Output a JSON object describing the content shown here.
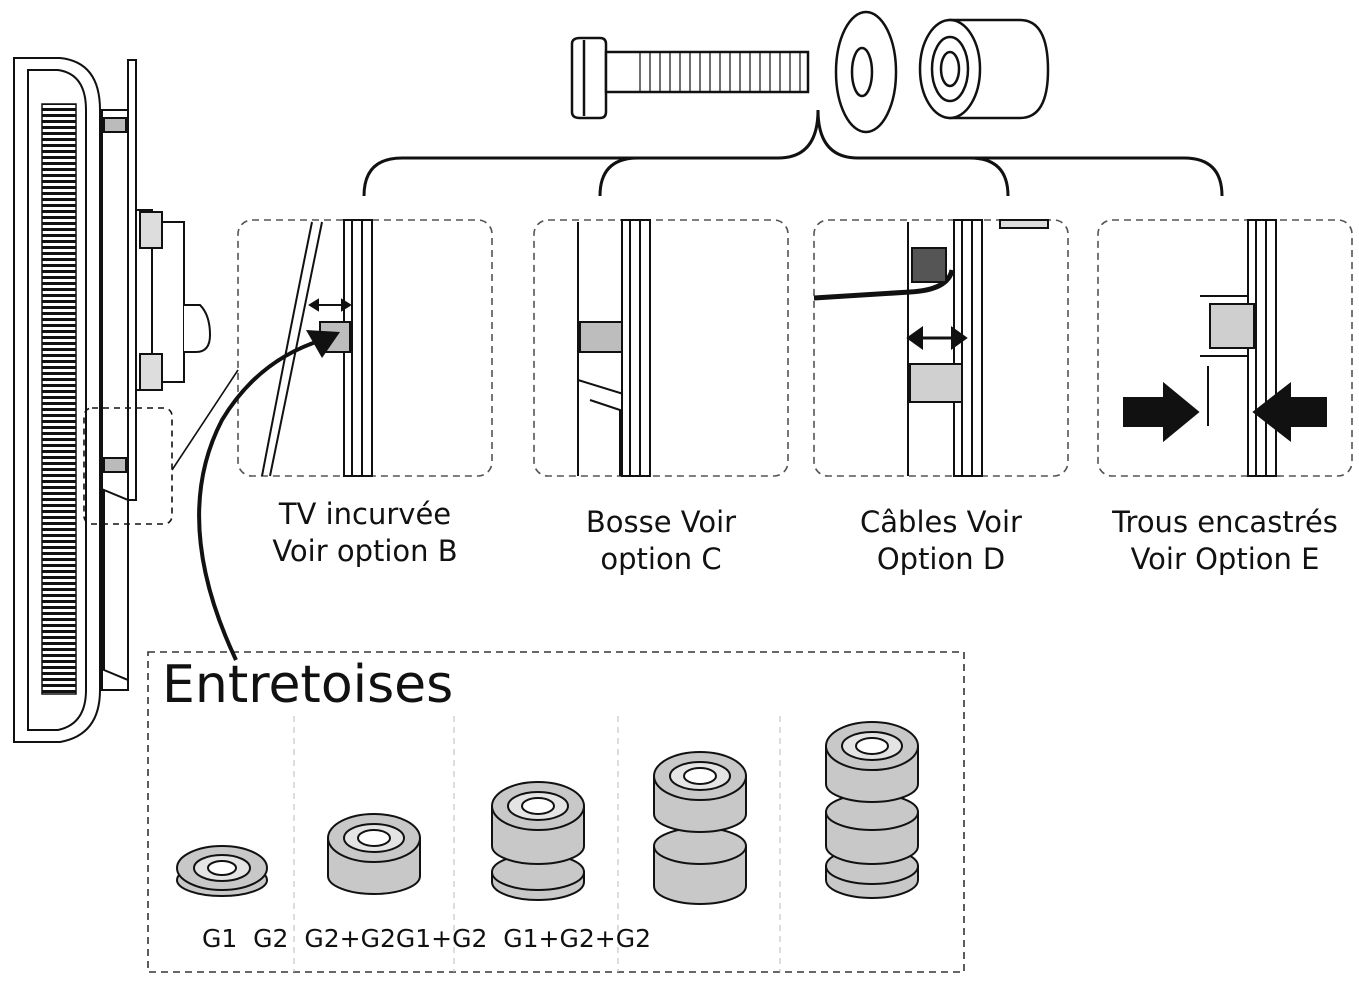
{
  "diagram": {
    "options": [
      {
        "line1": "TV incurvée",
        "line2": "Voir option B"
      },
      {
        "line1": "Bosse Voir",
        "line2": "option C"
      },
      {
        "line1": "Câbles Voir",
        "line2": "Option D"
      },
      {
        "line1": "Trous encastrés",
        "line2": "Voir Option E"
      }
    ],
    "spacers": {
      "title": "Entretoises",
      "labels": "G1  G2  G2+G2G1+G2  G1+G2+G2"
    },
    "colors": {
      "line": "#111111",
      "spacer_fill": "#c8c8c8",
      "box_fill": "#cfcfcf",
      "dashed": "#555555"
    }
  }
}
